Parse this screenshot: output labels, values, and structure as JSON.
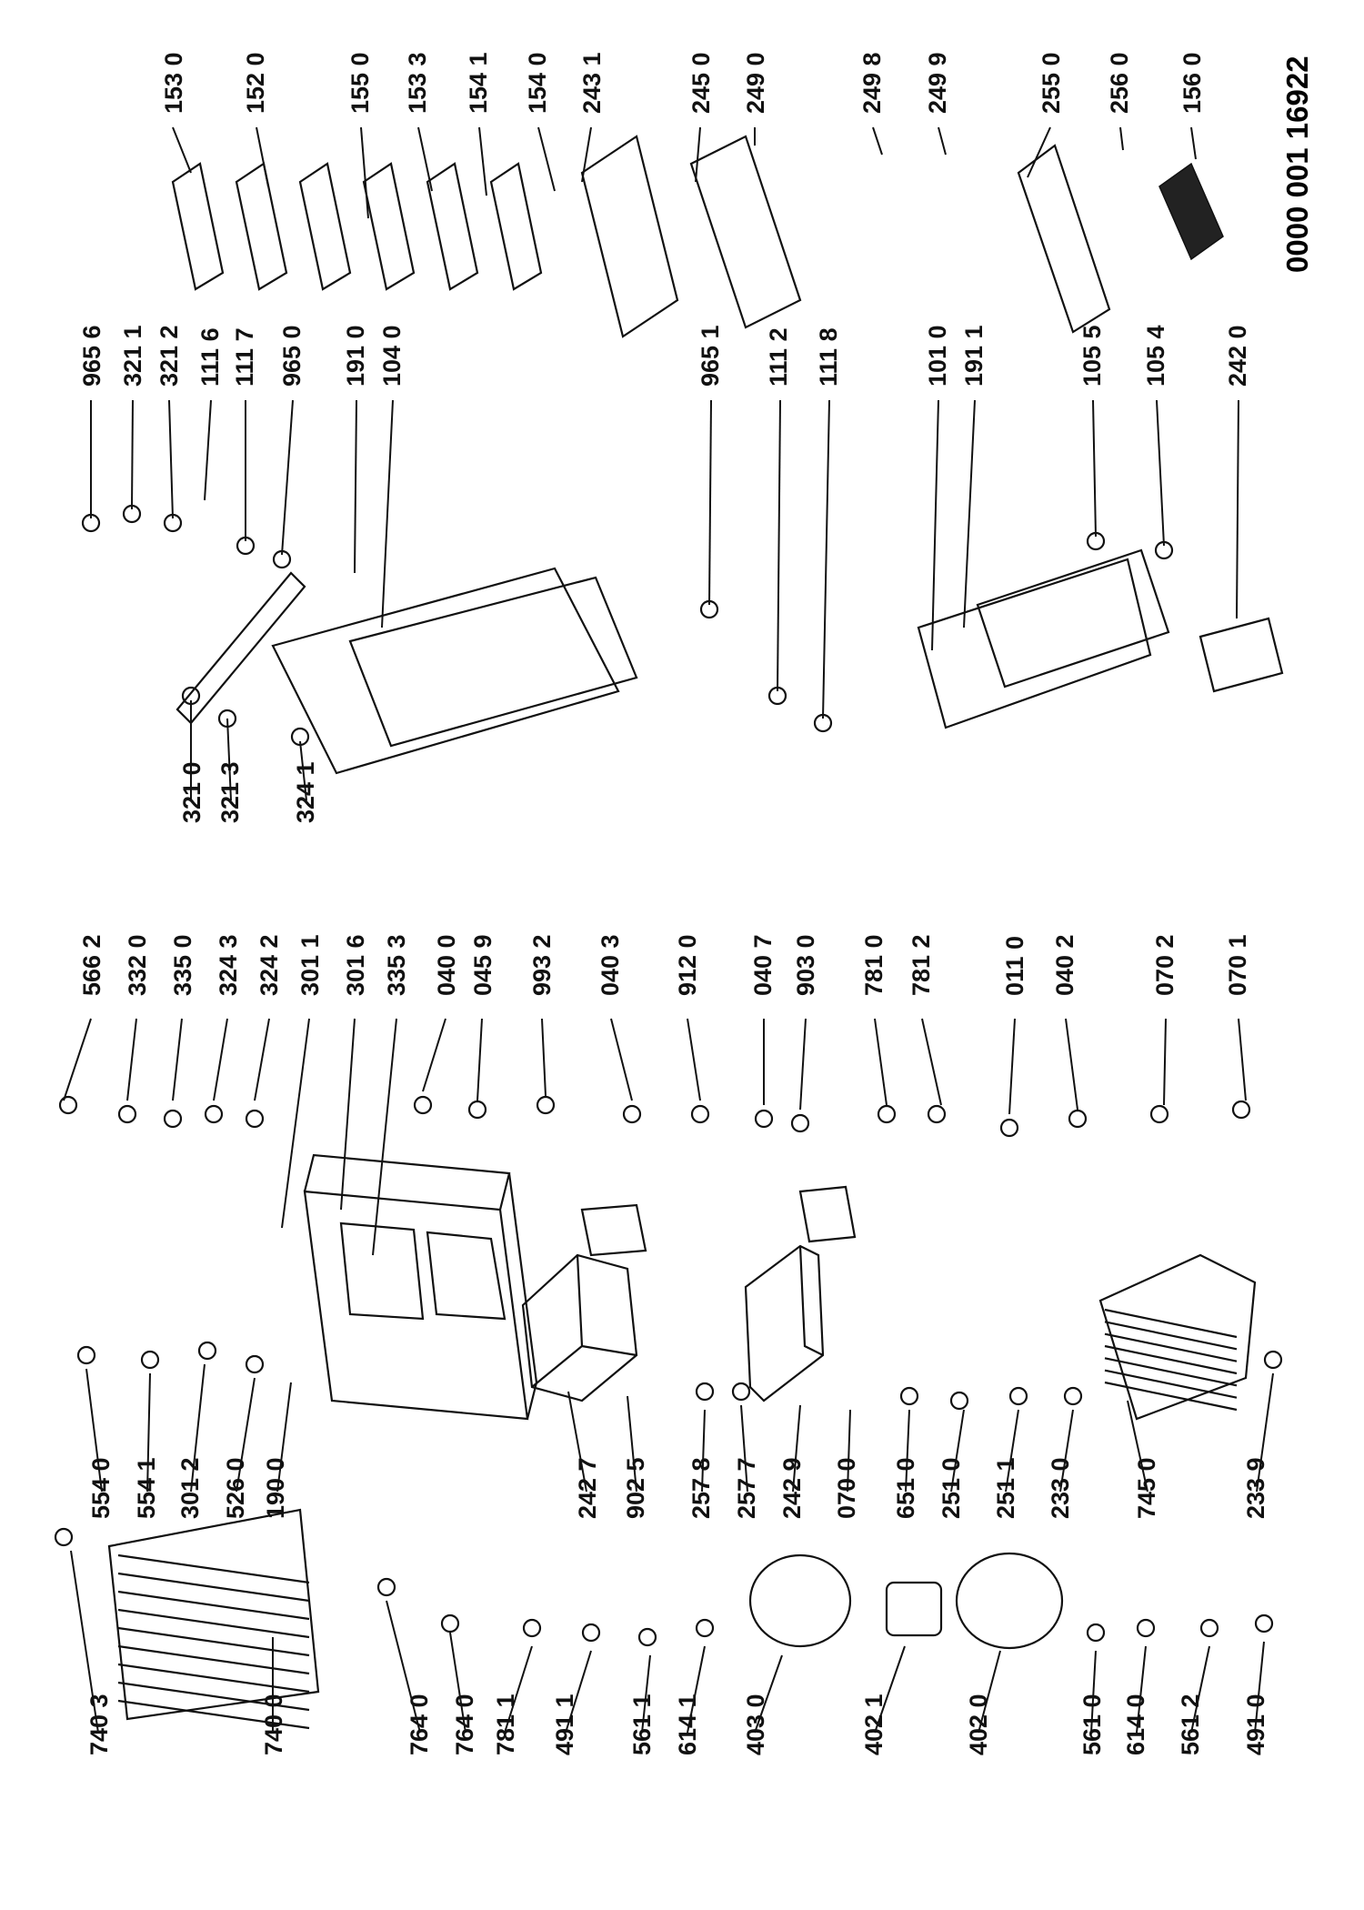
{
  "document_code": "0000 001 16922",
  "labels": [
    "740 3",
    "740 0",
    "764 0",
    "764 0",
    "781 1",
    "491 1",
    "561 1",
    "614 1",
    "403 0",
    "402 1",
    "402 0",
    "561 0",
    "614 0",
    "561 2",
    "491 0",
    "554 0",
    "554 1",
    "301 2",
    "526 0",
    "190 0",
    "242 7",
    "902 5",
    "257 8",
    "257 7",
    "242 9",
    "070 0",
    "651 0",
    "251 0",
    "251 1",
    "233 0",
    "745 0",
    "233 9",
    "566 2",
    "332 0",
    "335 0",
    "324 3",
    "324 2",
    "301 1",
    "301 6",
    "335 3",
    "040 0",
    "045 9",
    "993 2",
    "040 3",
    "912 0",
    "040 7",
    "903 0",
    "781 0",
    "781 2",
    "011 0",
    "040 2",
    "070 2",
    "070 1",
    "321 0",
    "321 3",
    "324 1",
    "965 6",
    "321 1",
    "321 2",
    "111 6",
    "111 7",
    "965 0",
    "191 0",
    "104 0",
    "965 1",
    "111 2",
    "111 8",
    "101 0",
    "191 1",
    "105 5",
    "105 4",
    "242 0",
    "153 0",
    "152 0",
    "155 0",
    "153 3",
    "154 1",
    "154 0",
    "243 1",
    "245 0",
    "249 0",
    "249 8",
    "249 9",
    "255 0",
    "256 0",
    "156 0"
  ]
}
